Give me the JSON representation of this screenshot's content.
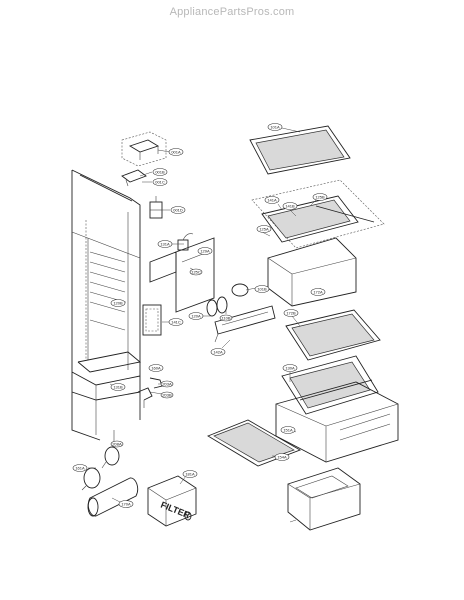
{
  "watermark": "AppliancePartsPros.com",
  "filter_label": "FILTER",
  "callouts": [
    {
      "id": "c1",
      "label": "001A"
    },
    {
      "id": "c2",
      "label": "001B"
    },
    {
      "id": "c3",
      "label": "001C"
    },
    {
      "id": "c4",
      "label": "001D"
    },
    {
      "id": "c5",
      "label": "101A"
    },
    {
      "id": "c6",
      "label": "141A"
    },
    {
      "id": "c7",
      "label": "141B"
    },
    {
      "id": "c8",
      "label": "125B"
    },
    {
      "id": "c9",
      "label": "125A"
    },
    {
      "id": "c10",
      "label": "172A"
    },
    {
      "id": "c11",
      "label": "131A"
    },
    {
      "id": "c12",
      "label": "129A"
    },
    {
      "id": "c13",
      "label": "125C"
    },
    {
      "id": "c14",
      "label": "101B"
    },
    {
      "id": "c15",
      "label": "120A"
    },
    {
      "id": "c16",
      "label": "110B"
    },
    {
      "id": "c17",
      "label": "120B"
    },
    {
      "id": "c18",
      "label": "141C"
    },
    {
      "id": "c19",
      "label": "142A"
    },
    {
      "id": "c20",
      "label": "172B"
    },
    {
      "id": "c21",
      "label": "130A"
    },
    {
      "id": "c22",
      "label": "160A"
    },
    {
      "id": "c23",
      "label": "131B"
    },
    {
      "id": "c24",
      "label": "203A"
    },
    {
      "id": "c25",
      "label": "203B"
    },
    {
      "id": "c26",
      "label": "151A"
    },
    {
      "id": "c27",
      "label": "208A"
    },
    {
      "id": "c28",
      "label": "154A"
    },
    {
      "id": "c29",
      "label": "161A"
    },
    {
      "id": "c30",
      "label": "170A"
    },
    {
      "id": "c31",
      "label": "181A"
    }
  ]
}
